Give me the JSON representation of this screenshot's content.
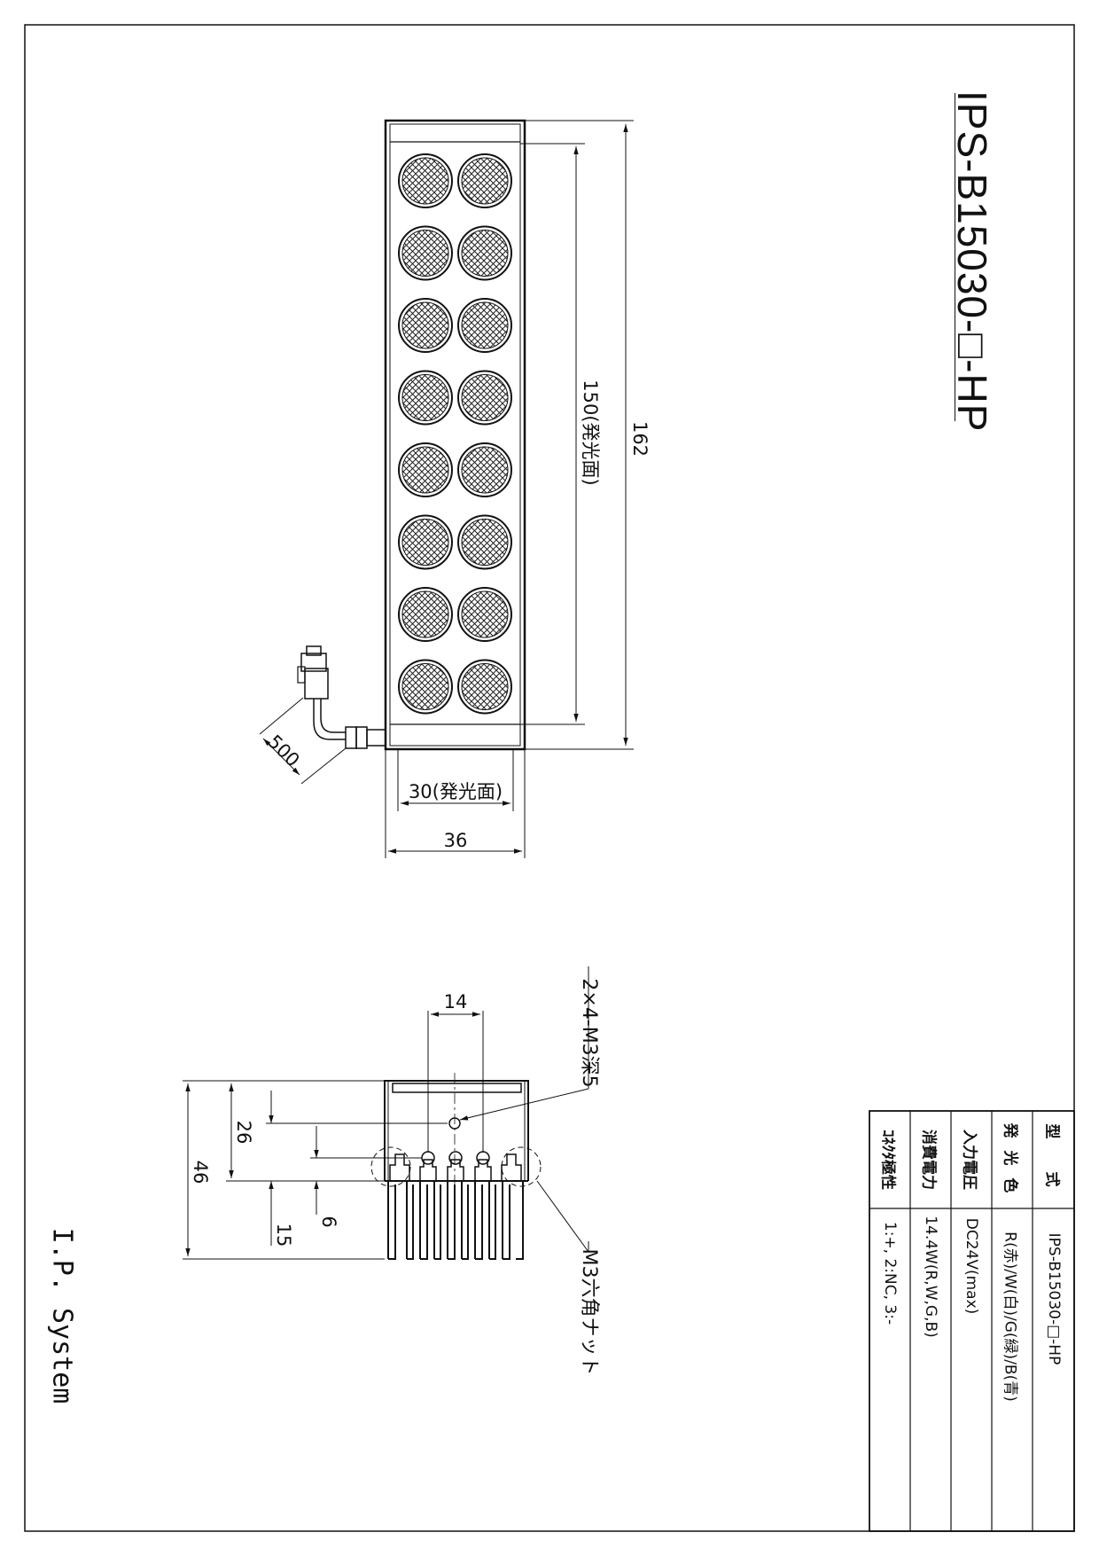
{
  "title": "IPS-B15030-□-HP",
  "maker": "I.P. System",
  "dims": {
    "top_length_total": "162",
    "top_length_emit": "150(発光面)",
    "top_width_emit": "30(発光面)",
    "top_width_total": "36",
    "cable": "500",
    "side_14": "14",
    "side_26": "26",
    "side_46": "46",
    "side_6": "6",
    "side_15": "15"
  },
  "callouts": {
    "taps": "2×4-M3深5",
    "nut": "M3六角ナット"
  },
  "spec_table": {
    "rows": [
      {
        "label": "型　式",
        "value": "IPS-B15030-□-HP"
      },
      {
        "label": "発 光 色",
        "value": "R(赤)/W(白)/G(緑)/B(青)"
      },
      {
        "label": "入力電圧",
        "value": "DC24V(max)"
      },
      {
        "label": "消費電力",
        "value": "14.4W(R,W,G,B)"
      },
      {
        "label": "ｺﾈｸﾀ極性",
        "value": "1:+, 2:NC, 3:-"
      }
    ]
  }
}
